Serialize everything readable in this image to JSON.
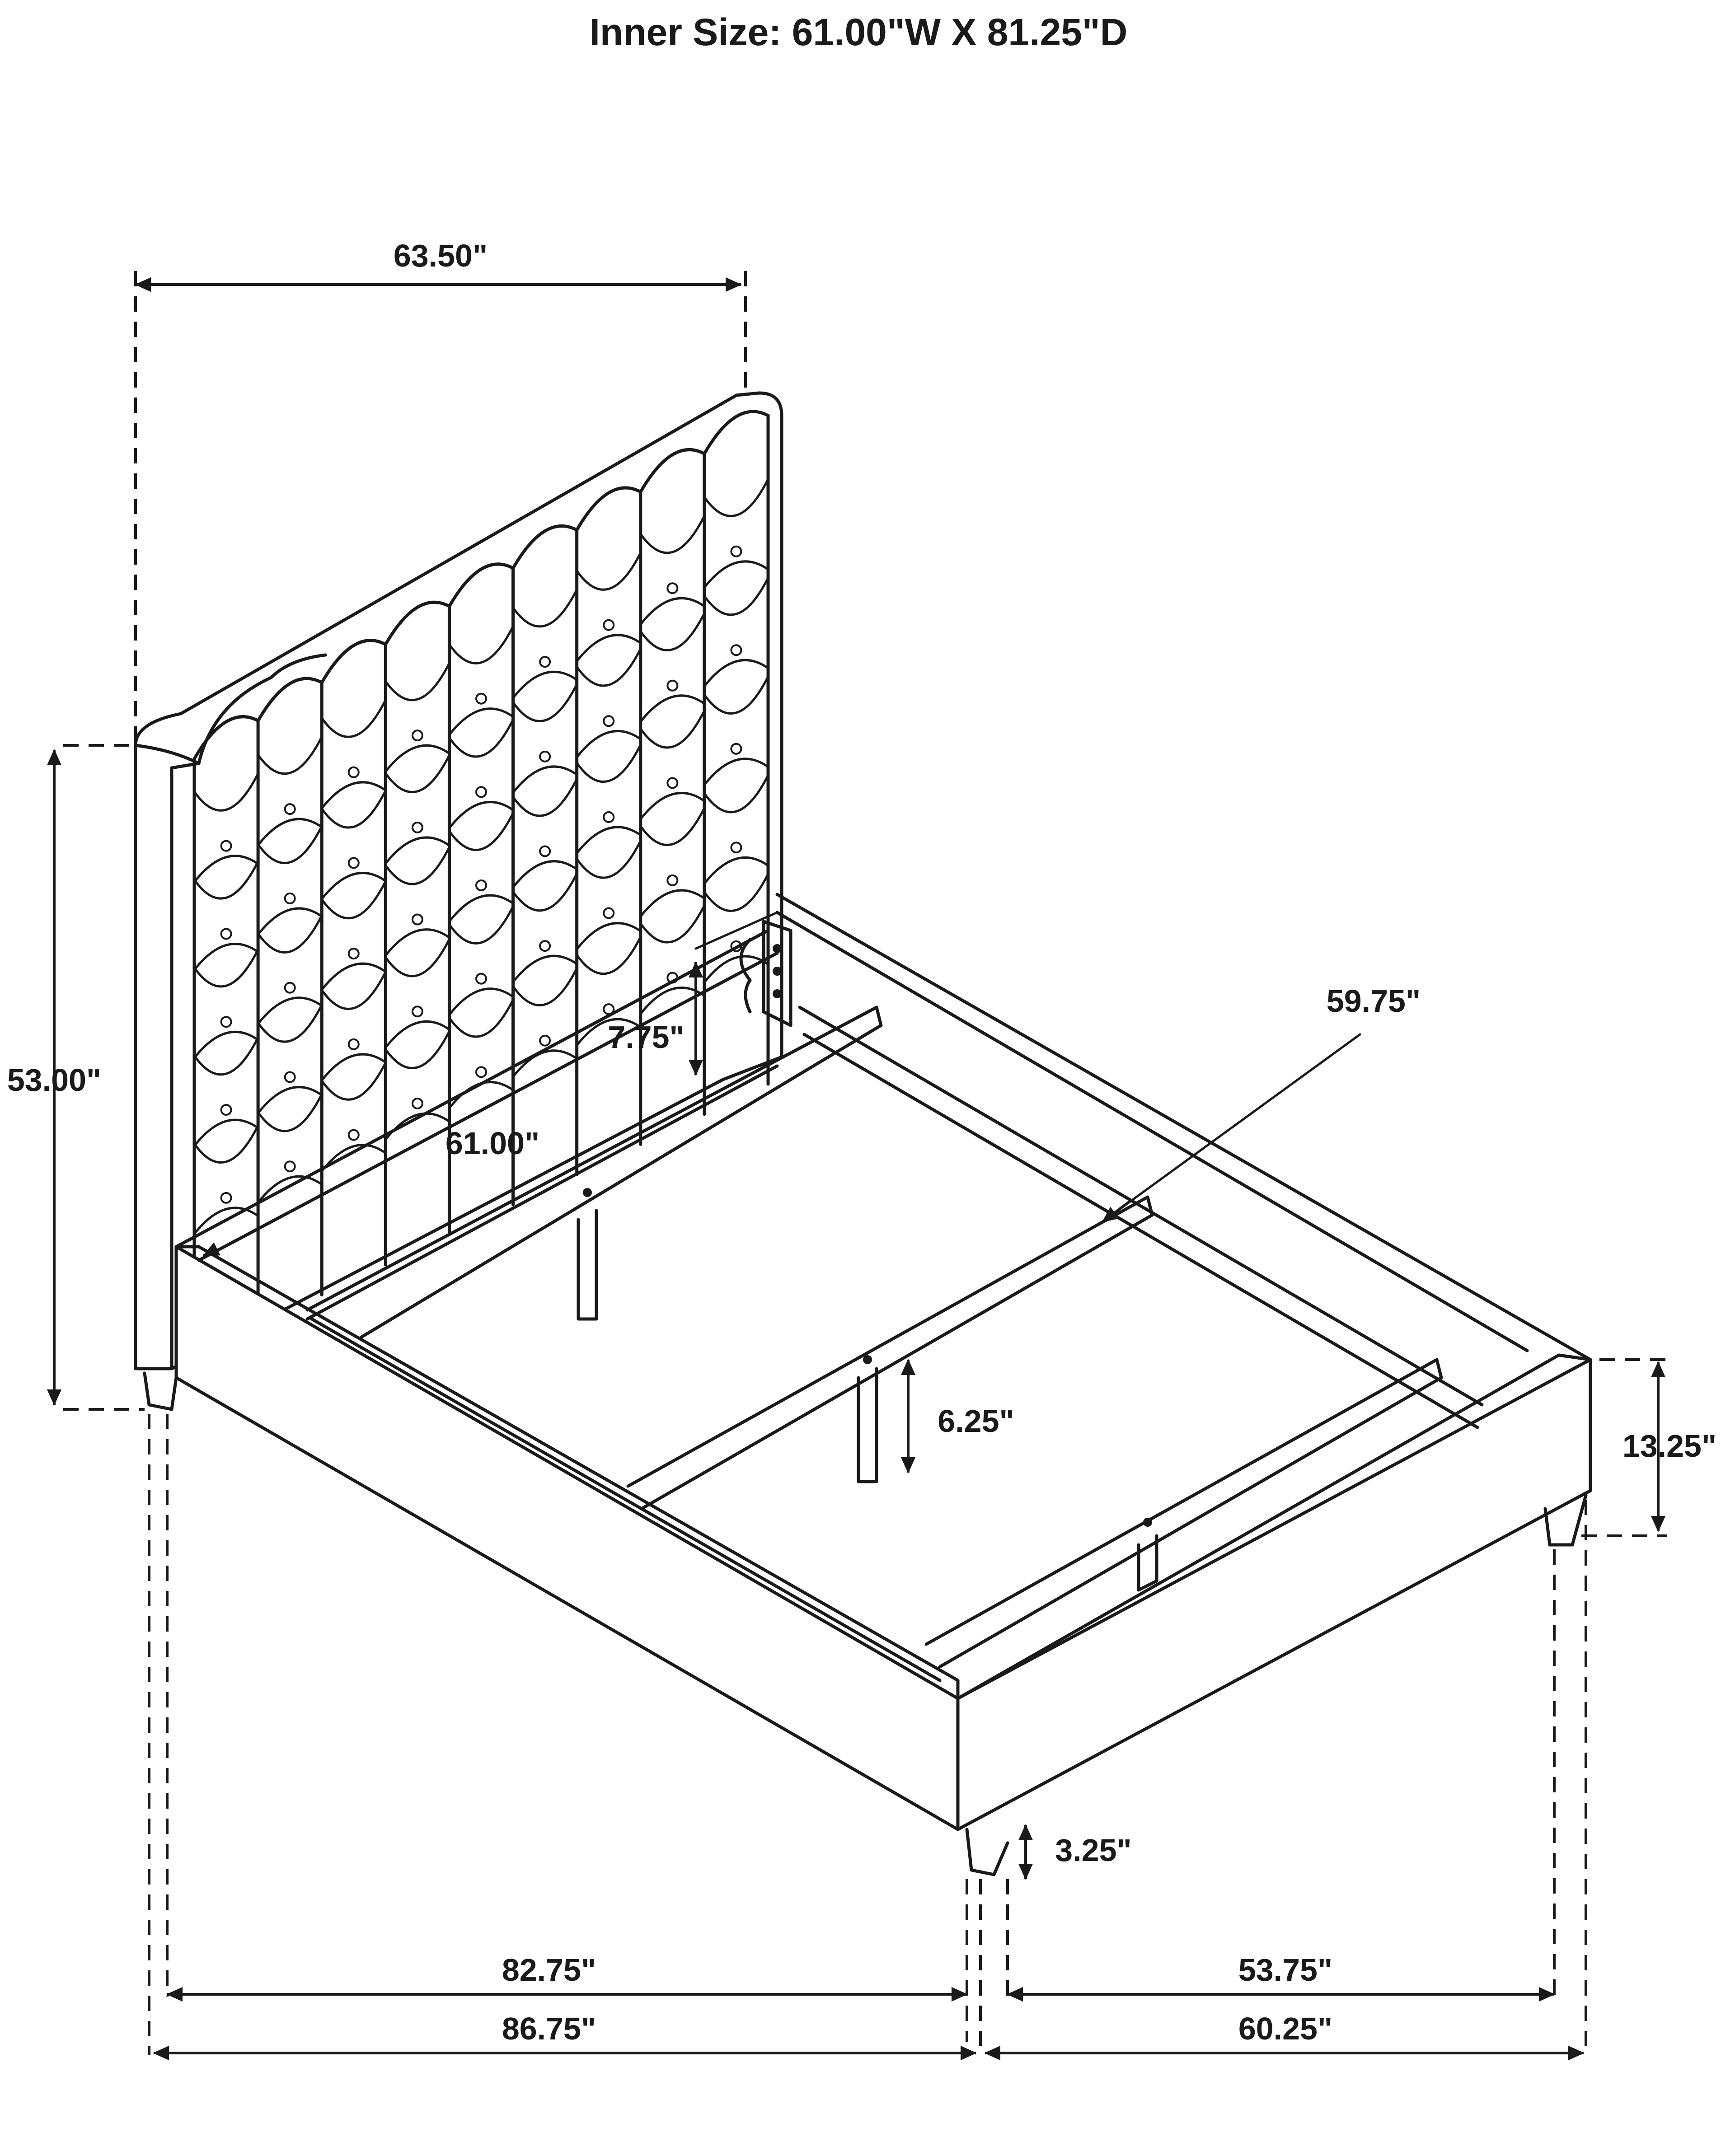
{
  "header": {
    "inner_size": "Inner Size: 61.00\"W X 81.25\"D"
  },
  "dimensions": {
    "headboard_width": "63.50\"",
    "headboard_height": "53.00\"",
    "rail_height": "7.75\"",
    "inner_width": "61.00\"",
    "slat_length": "59.75\"",
    "support_leg_height": "6.25\"",
    "footboard_height": "13.25\"",
    "leg_height": "3.25\"",
    "inner_length": "82.75\"",
    "inner_width_front": "53.75\"",
    "overall_length": "86.75\"",
    "overall_width": "60.25\""
  },
  "colors": {
    "line": "#1a1a1a",
    "background": "#ffffff"
  }
}
